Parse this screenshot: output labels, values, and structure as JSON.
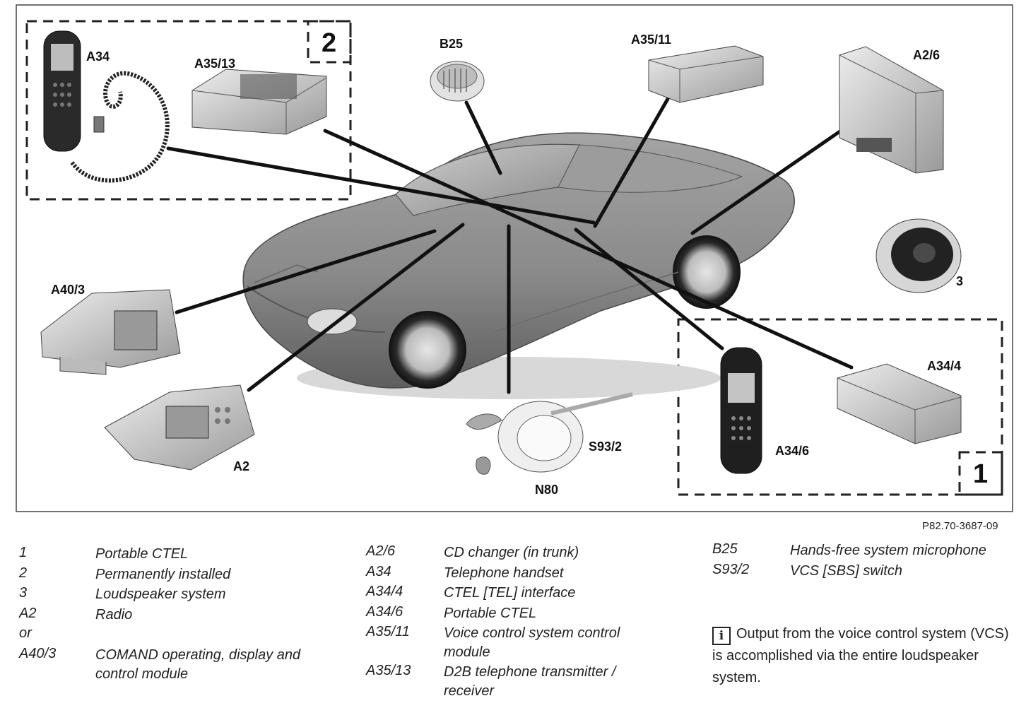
{
  "labels": {
    "A34": "A34",
    "A35_13": "A35/13",
    "B25": "B25",
    "A35_11": "A35/11",
    "A2_6": "A2/6",
    "A40_3": "A40/3",
    "n3": "3",
    "A34_4": "A34/4",
    "A34_6": "A34/6",
    "S93_2": "S93/2",
    "N80": "N80",
    "A2": "A2"
  },
  "groups": {
    "permanent": "2",
    "portable": "1"
  },
  "figure_ref": "P82.70-3687-09",
  "legend": {
    "col1": [
      {
        "code": "1",
        "desc": "Portable CTEL"
      },
      {
        "code": "2",
        "desc": "Permanently installed"
      },
      {
        "code": "3",
        "desc": "Loudspeaker system"
      },
      {
        "code": "A2",
        "desc": "Radio"
      },
      {
        "code": "or",
        "desc": ""
      },
      {
        "code": "A40/3",
        "desc": "COMAND operating, display and control module"
      }
    ],
    "col2": [
      {
        "code": "A2/6",
        "desc": "CD changer (in trunk)"
      },
      {
        "code": "A34",
        "desc": "Telephone handset"
      },
      {
        "code": "A34/4",
        "desc": "CTEL [TEL] interface"
      },
      {
        "code": "A34/6",
        "desc": "Portable CTEL"
      },
      {
        "code": "A35/11",
        "desc": "Voice control system control module"
      },
      {
        "code": "A35/13",
        "desc": "D2B telephone transmitter / receiver"
      }
    ],
    "col3": [
      {
        "code": "B25",
        "desc": "Hands-free system microphone"
      },
      {
        "code": "S93/2",
        "desc": "VCS [SBS] switch"
      }
    ]
  },
  "note": {
    "icon": "info-icon",
    "text": "Output from the voice control system (VCS) is accomplished via the entire loudspeaker system."
  }
}
